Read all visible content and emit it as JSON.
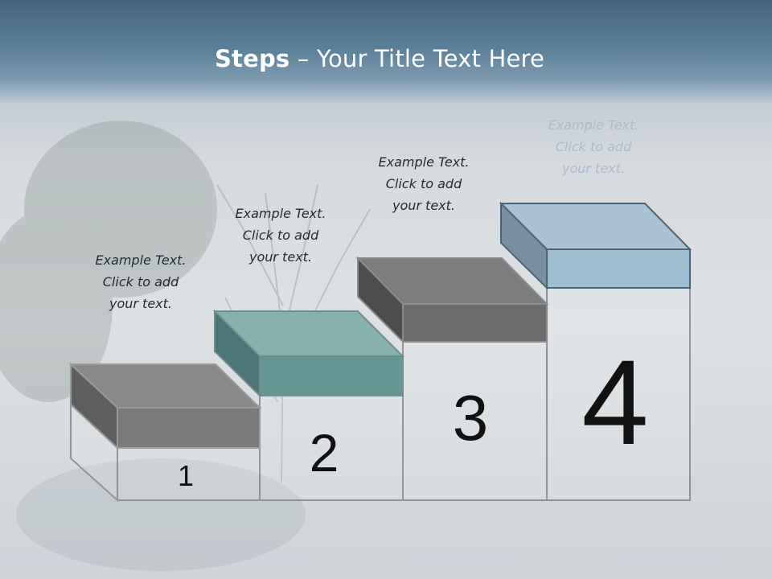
{
  "slide": {
    "title_bold": "Steps",
    "title_rest": " – Your Title Text Here"
  },
  "steps": [
    {
      "number": "1",
      "caption": [
        "Example Text.",
        "Click  to add",
        "your text."
      ],
      "color": "#7a7a7a"
    },
    {
      "number": "2",
      "caption": [
        "Example Text.",
        "Click  to add",
        "your text."
      ],
      "color": "#6a9a98"
    },
    {
      "number": "3",
      "caption": [
        "Example Text.",
        "Click  to add",
        "your text."
      ],
      "color": "#6d6d6d"
    },
    {
      "number": "4",
      "caption": [
        "Example Text.",
        "Click  to add",
        "your text."
      ],
      "color": "#9fbccd"
    }
  ]
}
